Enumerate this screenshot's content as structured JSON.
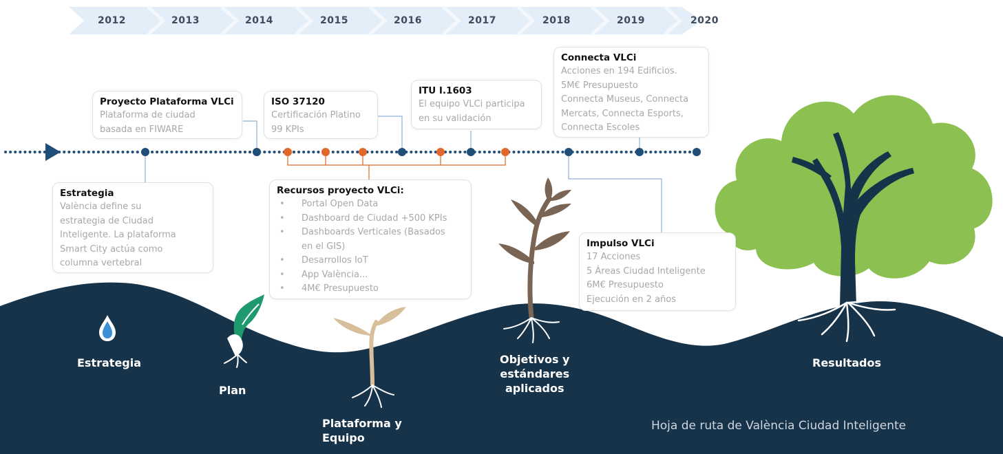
{
  "years": [
    "2012",
    "2013",
    "2014",
    "2015",
    "2016",
    "2017",
    "2018",
    "2019",
    "2020"
  ],
  "boxes": {
    "proyecto": {
      "title": "Proyecto Plataforma VLCi",
      "lines": [
        "Plataforma de ciudad",
        "basada en FIWARE"
      ]
    },
    "iso": {
      "title": "ISO 37120",
      "lines": [
        "Certificación Platino",
        "99 KPIs"
      ]
    },
    "itu": {
      "title": "ITU I.1603",
      "lines": [
        "El equipo VLCi participa",
        "en su validación"
      ]
    },
    "connecta": {
      "title": "Connecta VLCi",
      "lines": [
        "Acciones en 194 Edificios.",
        "5M€ Presupuesto",
        "Connecta Museus, Connecta",
        "Mercats, Connecta Esports,",
        "Connecta Escoles"
      ]
    },
    "estrategia": {
      "title": "Estrategia",
      "lines": [
        "València define su",
        "estrategia de Ciudad",
        "Inteligente. La plataforma",
        "Smart City actúa como",
        "columna vertebral"
      ]
    },
    "recursos": {
      "title": "Recursos proyecto VLCi:",
      "bullet": "•",
      "items": [
        [
          "Portal Open Data"
        ],
        [
          "Dashboard de Ciudad +500 KPIs"
        ],
        [
          "Dashboards Verticales (Basados",
          "en el GIS)"
        ],
        [
          "Desarrollos IoT"
        ],
        [
          "App València..."
        ],
        [
          "4M€ Presupuesto"
        ]
      ]
    },
    "impulso": {
      "title": "Impulso VLCi",
      "lines": [
        "17 Acciones",
        "5 Áreas Ciudad Inteligente",
        "6M€ Presupuesto",
        "Ejecución en 2 años"
      ]
    }
  },
  "stages": {
    "estrategia": "Estrategia",
    "plan": "Plan",
    "plataforma": [
      "Plataforma y",
      "Equipo"
    ],
    "objetivos": [
      "Objetivos y",
      "estándares",
      "aplicados"
    ],
    "resultados": "Resultados"
  },
  "footer": "Hoja de ruta de València Ciudad Inteligente",
  "colors": {
    "navy": "#17334a",
    "timeline": "#1f4e79",
    "orange": "#e0682a",
    "arrow_band": "#e4eef8",
    "tree_green": "#8cc152",
    "sprout_green": "#1f9a6e",
    "water_blue": "#3b8fd4",
    "seedling_beige": "#d8bf9c",
    "plant_brown": "#7a6555"
  },
  "icons": [
    "water-drop-icon",
    "sprout-icon",
    "seedling-icon",
    "young-plant-icon",
    "tree-icon"
  ]
}
